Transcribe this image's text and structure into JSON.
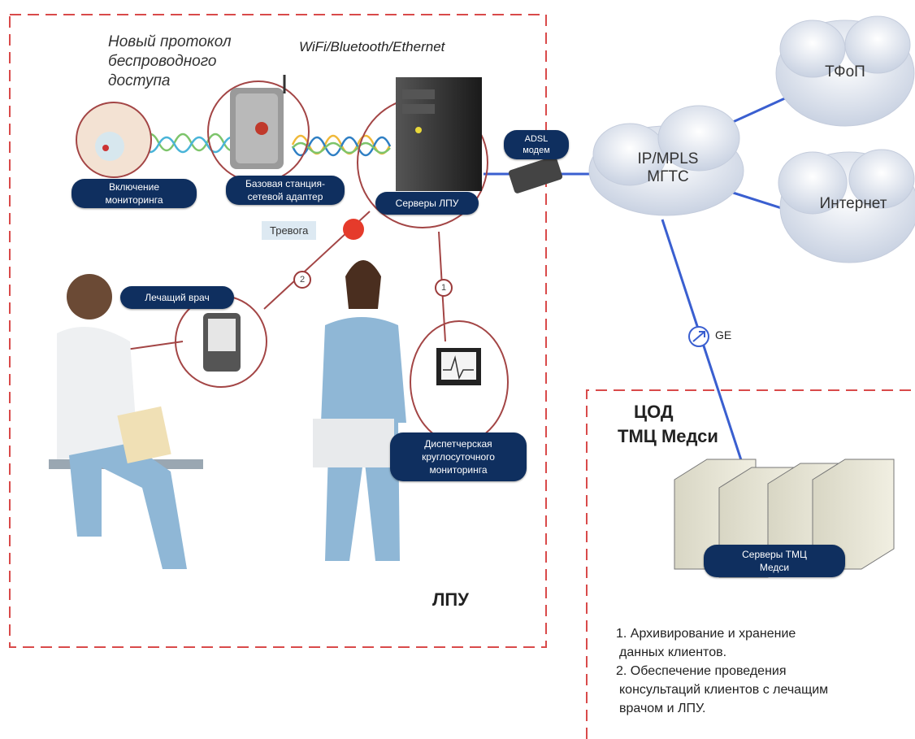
{
  "labels": {
    "new_protocol": [
      "Новый протокол",
      "беспроводного",
      "доступа"
    ],
    "wireless": "WiFi/Bluetooth/Ethernet",
    "monitoring_on": [
      "Включение",
      "мониторинга"
    ],
    "base_station": [
      "Базовая станция-",
      "сетевой адаптер"
    ],
    "lpu_servers": "Серверы ЛПУ",
    "alarm": "Тревога",
    "adsl": [
      "ADSL",
      "модем"
    ],
    "attending_doctor": "Лечащий врач",
    "dispatch": [
      "Диспетчерская",
      "круглосуточного",
      "мониторинга"
    ],
    "lpu": "ЛПУ",
    "mpls": [
      "IP/MPLS",
      "МГТС"
    ],
    "pstn": "ТФоП",
    "internet": "Интернет",
    "ge": "GE",
    "dc_title": [
      "ЦОД",
      "ТМЦ Медси"
    ],
    "tmc_servers": [
      "Серверы ТМЦ",
      "Медси"
    ],
    "num1": "1",
    "num2": "2",
    "notes": [
      "1. Архивирование и хранение",
      "данных клиентов.",
      "2. Обеспечение проведения",
      "консультаций клиентов с лечащим",
      "врачом и ЛПУ."
    ]
  },
  "colors": {
    "dash_border": "#d94a4a",
    "pill_bg": "#0f2f5f",
    "link_blue": "#3a5fd0",
    "link_red": "#a34545",
    "cloud": "#e6eaf2"
  }
}
